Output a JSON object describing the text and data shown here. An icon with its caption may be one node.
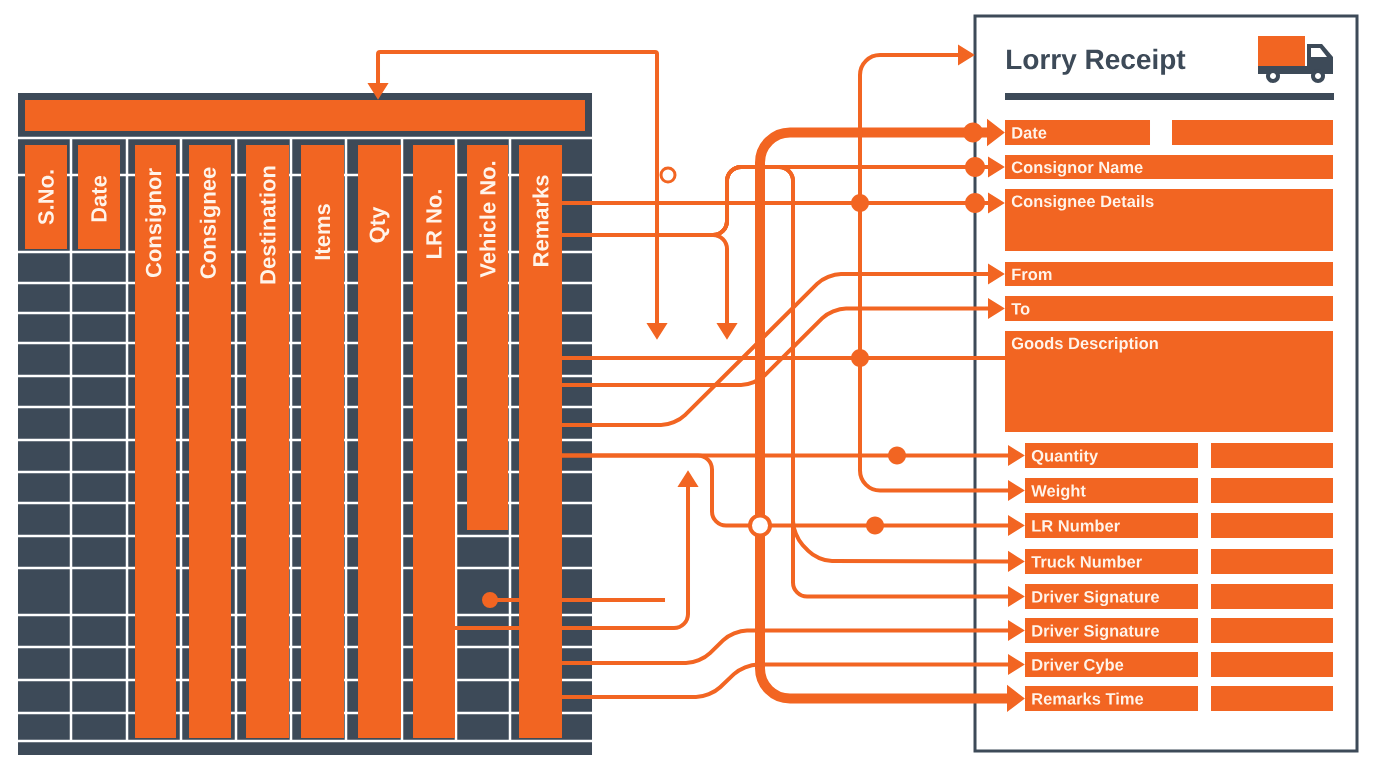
{
  "diagram": {
    "nodes": [
      {
        "text": [],
        "shape": "box"
      },
      {
        "text": [],
        "shape": "bar",
        "in": 0
      },
      {
        "text": [
          "S.No."
        ],
        "in": 0
      },
      {
        "text": [
          "Date"
        ],
        "in": 0
      },
      {
        "text": [
          "Consignor"
        ],
        "in": 0
      },
      {
        "text": [
          "Consignee"
        ],
        "in": 0
      },
      {
        "text": [
          "Destination"
        ],
        "in": 0
      },
      {
        "text": [
          "Items"
        ],
        "in": 0
      },
      {
        "text": [
          "Qty"
        ],
        "in": 0
      },
      {
        "text": [
          "LR No."
        ],
        "in": 0
      },
      {
        "text": [
          "Vehicle No."
        ],
        "in": 0
      },
      {
        "text": [
          "Remarks"
        ],
        "in": 0
      },
      {
        "text": [
          "Lorry Receipt"
        ]
      },
      {
        "text": [
          "Date"
        ],
        "in": 12
      },
      {
        "text": [],
        "shape": "box",
        "in": 12
      },
      {
        "text": [
          "Consignor Name"
        ],
        "in": 12
      },
      {
        "text": [
          "Consignee Details"
        ],
        "in": 12
      },
      {
        "text": [
          "From"
        ],
        "in": 12
      },
      {
        "text": [
          "To"
        ],
        "in": 12
      },
      {
        "text": [
          "Goods Description"
        ],
        "in": 12
      },
      {
        "text": [
          "Quantity"
        ],
        "in": 12
      },
      {
        "text": [],
        "shape": "box",
        "in": 12
      },
      {
        "text": [
          "Weight"
        ],
        "in": 12
      },
      {
        "text": [],
        "shape": "box",
        "in": 12
      },
      {
        "text": [
          "LR Number"
        ],
        "in": 12
      },
      {
        "text": [],
        "shape": "box",
        "in": 12
      },
      {
        "text": [
          "Truck Number"
        ],
        "in": 12
      },
      {
        "text": [],
        "shape": "box",
        "in": 12
      },
      {
        "text": [
          "Driver Signature"
        ],
        "in": 12
      },
      {
        "text": [],
        "shape": "box",
        "in": 12
      },
      {
        "text": [
          "Driver Signature"
        ],
        "in": 12
      },
      {
        "text": [],
        "shape": "box",
        "in": 12
      },
      {
        "text": [
          "Driver Cybe"
        ],
        "in": 12
      },
      {
        "text": [],
        "shape": "box",
        "in": 12
      },
      {
        "text": [
          "Remarks Time"
        ],
        "in": 12
      },
      {
        "text": [],
        "shape": "box",
        "in": 12
      }
    ],
    "edges": [
      {
        "from": null,
        "to": 1,
        "arrow": "both"
      },
      {
        "from": 13,
        "to": 34,
        "arrow": "both",
        "style": "thick"
      },
      {
        "from": 11,
        "to": 15,
        "arrow": "to"
      },
      {
        "from": 11,
        "to": null,
        "arrow": "to"
      },
      {
        "from": 11,
        "to": 16,
        "arrow": "to"
      },
      {
        "from": 11,
        "to": 26,
        "arrow": "to"
      },
      {
        "from": 11,
        "to": 28,
        "arrow": "to"
      },
      {
        "from": 22,
        "to": 12,
        "arrow": "both"
      },
      {
        "from": 11,
        "to": 19,
        "arrow": "none"
      },
      {
        "from": 11,
        "to": 18,
        "arrow": "to"
      },
      {
        "from": 11,
        "to": 17,
        "arrow": "to"
      },
      {
        "from": 11,
        "to": 20,
        "arrow": "to"
      },
      {
        "from": 11,
        "to": 24,
        "arrow": "to"
      },
      {
        "from": 9,
        "to": null,
        "arrow": "to"
      },
      {
        "from": 11,
        "to": 30,
        "arrow": "to"
      },
      {
        "from": 11,
        "to": 32,
        "arrow": "to"
      }
    ]
  }
}
